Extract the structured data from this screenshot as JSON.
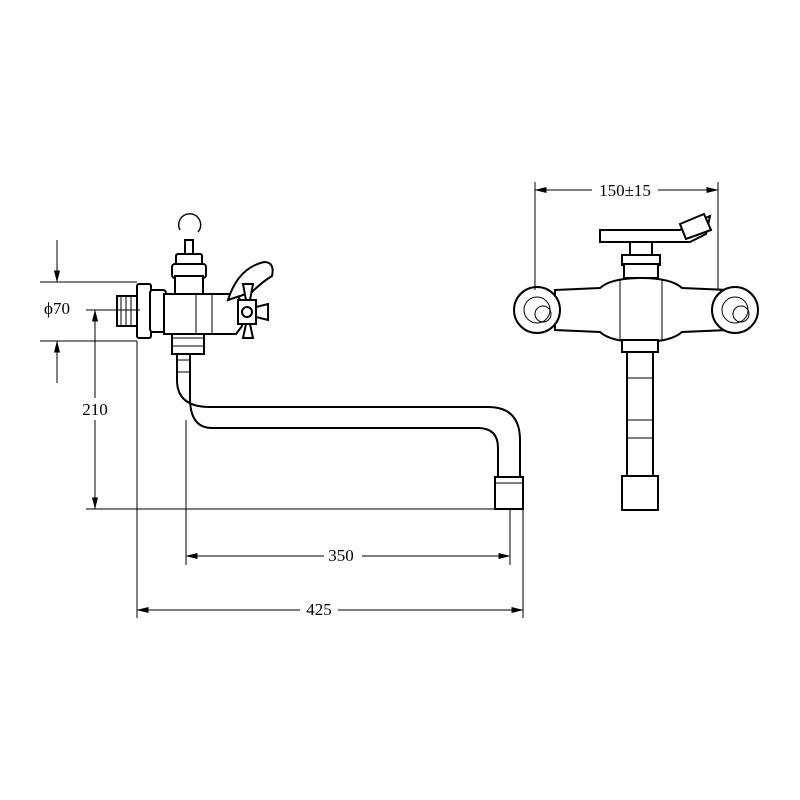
{
  "dimensions": {
    "diameter": "ϕ70",
    "height": "210",
    "spout_length": "350",
    "overall_length": "425",
    "center_distance": "150±15"
  },
  "views": {
    "side": {
      "icon": "faucet-side-view"
    },
    "front": {
      "icon": "faucet-front-view"
    }
  }
}
